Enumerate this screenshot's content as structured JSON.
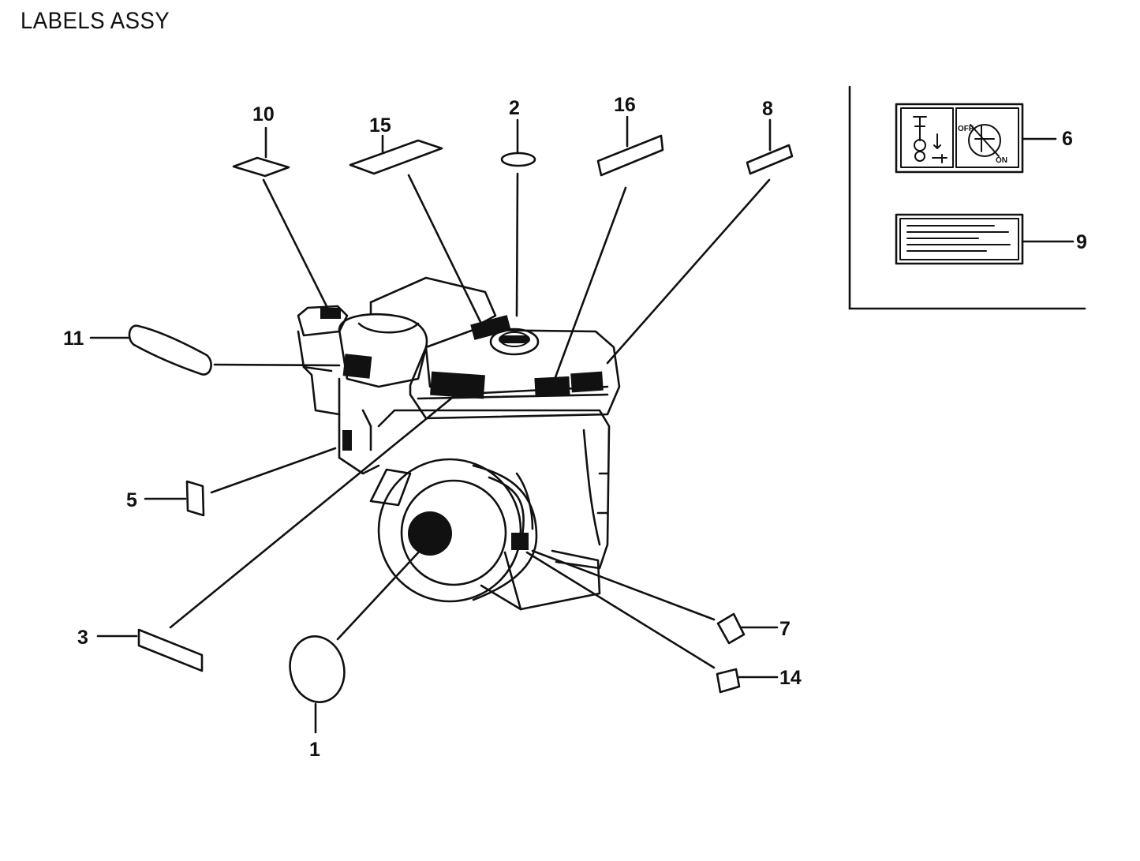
{
  "title": "LABELS ASSY",
  "callouts": [
    {
      "id": "1",
      "text": "1"
    },
    {
      "id": "2",
      "text": "2"
    },
    {
      "id": "3",
      "text": "3"
    },
    {
      "id": "5",
      "text": "5"
    },
    {
      "id": "6",
      "text": "6"
    },
    {
      "id": "7",
      "text": "7"
    },
    {
      "id": "8",
      "text": "8"
    },
    {
      "id": "9",
      "text": "9"
    },
    {
      "id": "10",
      "text": "10"
    },
    {
      "id": "11",
      "text": "11"
    },
    {
      "id": "14",
      "text": "14"
    },
    {
      "id": "15",
      "text": "15"
    },
    {
      "id": "16",
      "text": "16"
    }
  ],
  "label6": {
    "off_text": "OFF",
    "on_text": "ON"
  }
}
